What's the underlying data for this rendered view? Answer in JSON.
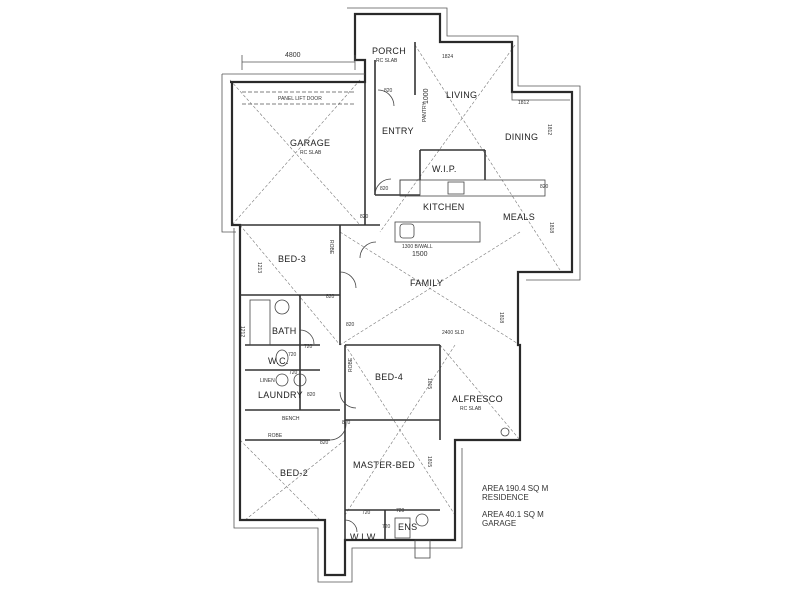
{
  "rooms": {
    "porch": "PORCH",
    "living": "LIVING",
    "garage": "GARAGE",
    "entry": "ENTRY",
    "dining": "DINING",
    "wip": "W.I.P.",
    "kitchen": "KITCHEN",
    "meals": "MEALS",
    "bed3": "BED-3",
    "family": "FAMILY",
    "bath": "BATH",
    "wc": "W.C.",
    "bed4": "BED-4",
    "alfresco": "ALFRESCO",
    "laundry": "LAUNDRY",
    "bed2": "BED-2",
    "master_bed": "MASTER-BED",
    "ens": "ENS",
    "wiw": "W.I.W."
  },
  "notes": {
    "porch_slab": "RC SLAB",
    "garage_slab": "RC SLAB",
    "alfresco_slab": "RC SLAB",
    "panel_lift_door": "PANEL LIFT DOOR",
    "kitchen_bench": "1300 B/WALL",
    "linen": "LINEN",
    "bench": "BENCH",
    "robe_bed2": "ROBE",
    "robe_bed3": "ROBE",
    "robe_bed4": "ROBE",
    "family_door": "2400 SLD",
    "pantry": "PANTRY"
  },
  "dimensions": {
    "garage_width": "4800",
    "living_wall": "1000",
    "kitchen_width": "1500",
    "d_1824": "1824",
    "d_1812": "1812",
    "d_1812b": "1812",
    "d_1818": "1818",
    "d_1818b": "1818",
    "d_1815": "1815",
    "d_1815b": "1815",
    "d_1213": "1213",
    "d_1212": "1212",
    "d_820_entry": "820",
    "d_820_porch": "820",
    "d_820_dining": "820",
    "d_820_garage": "820",
    "d_820_bed3": "820",
    "d_820_family": "820",
    "d_820_laundry": "820",
    "d_820_bed2": "820",
    "d_820_bed4": "820",
    "d_720_bath": "720",
    "d_720_wc": "720",
    "d_720_wiw": "720",
    "d_720_ens": "720",
    "d_720_hall": "720",
    "d_720_robe": "720"
  },
  "areas": {
    "residence_area": "AREA 190.4 SQ M",
    "residence_label": "RESIDENCE",
    "garage_area": "AREA 40.1 SQ M",
    "garage_label": "GARAGE"
  }
}
